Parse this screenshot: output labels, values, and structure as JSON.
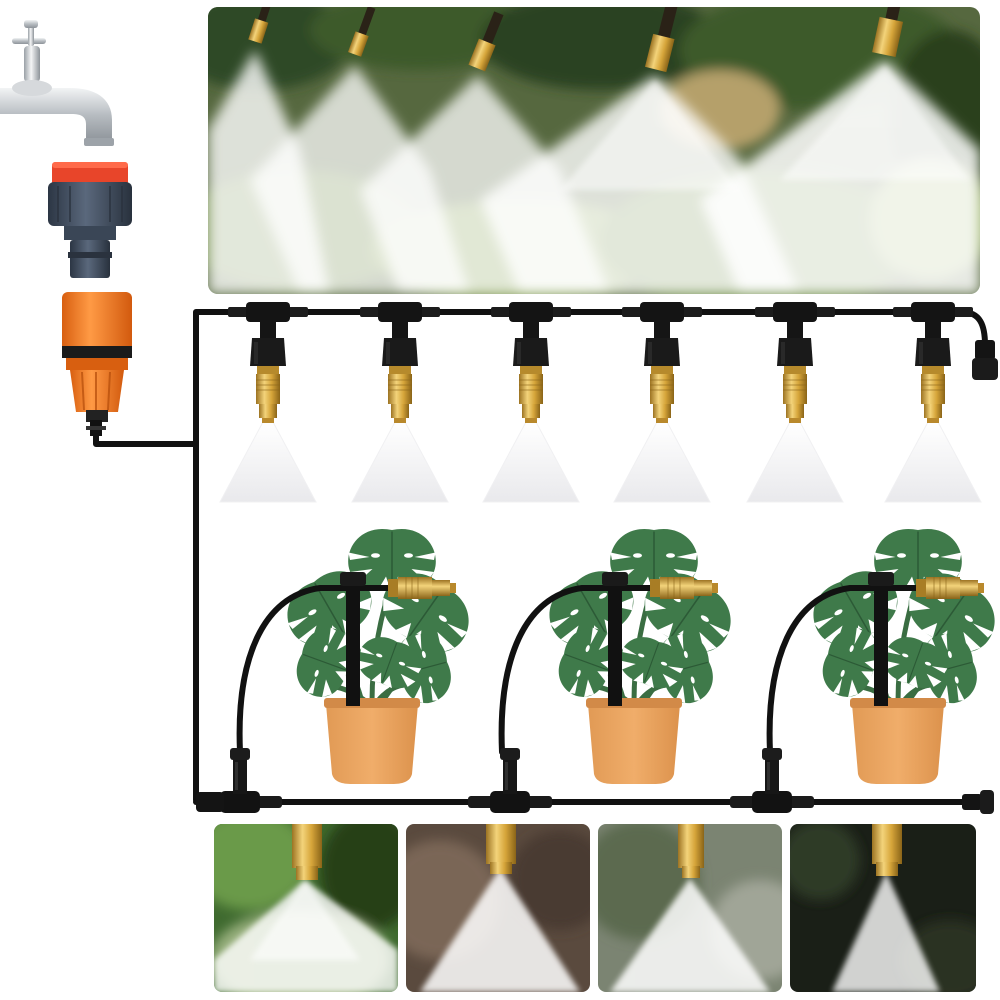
{
  "illustration": {
    "subject": "misting-irrigation-kit",
    "text_labels": [],
    "colors": {
      "tube": "#111111",
      "brass": "#d6a53a",
      "brass_dark": "#9c7322",
      "connector_orange": "#f47a1f",
      "connector_red": "#e8452a",
      "connector_slate": "#3d4a5c",
      "leaf_green": "#3f7a4a",
      "leaf_dark": "#2c5a36",
      "pot": "#e9a35f",
      "pot_rim": "#d28a48",
      "chrome": "#c9cdd1"
    },
    "icons": {
      "faucet": "faucet-icon",
      "tap_adapter": "tap-adapter-icon",
      "quick_connector": "quick-connector-icon",
      "mist_nozzle": "mist-nozzle-icon",
      "tee_fitting": "tee-fitting-icon",
      "end_plug": "end-plug-icon",
      "potted_plant": "potted-plant-icon",
      "spray_photo": "spray-photo"
    },
    "counts": {
      "overhead_nozzles": 6,
      "potted_plants": 3,
      "detail_photos": 4
    }
  }
}
